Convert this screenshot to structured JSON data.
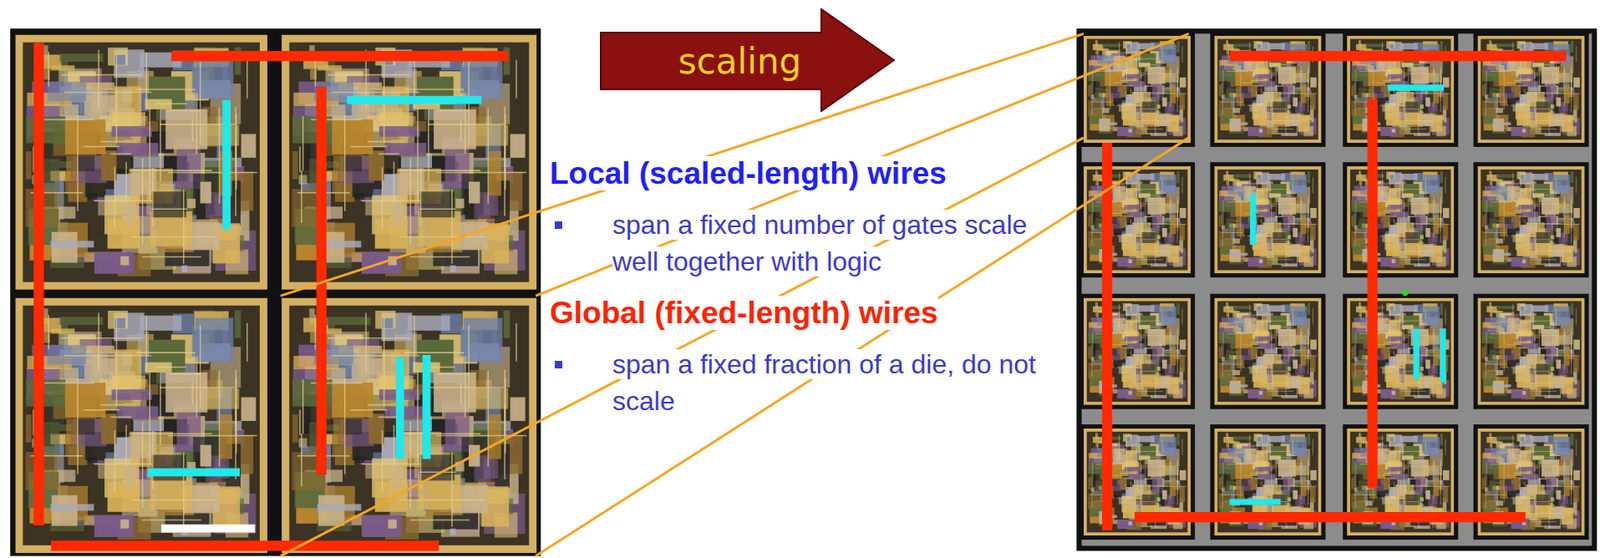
{
  "diagram": {
    "nodes": [
      {
        "text": [
          "scaling"
        ]
      }
    ],
    "labels": [
      "Local (scaled-length) wires",
      "span a fixed number of gates scale well together with logic",
      "Global (fixed-length) wires",
      "span a fixed fraction of a die, do not scale"
    ]
  }
}
